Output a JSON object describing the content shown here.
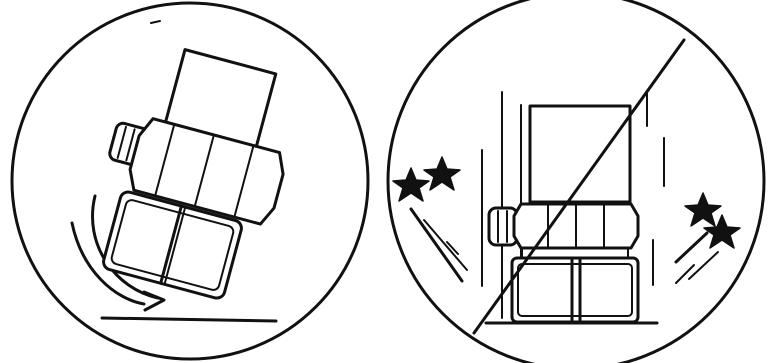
{
  "illustration": {
    "panels": [
      {
        "id": "left",
        "subject": "tilted-sensor-on-hex-nut-rolling"
      },
      {
        "id": "right",
        "subject": "upright-sensor-on-hex-nut-crossed-out"
      }
    ],
    "icons": [
      "curved-arrow-icon",
      "star-icon",
      "strike-through-line"
    ],
    "colors": {
      "ink": "#111111",
      "background": "#ffffff"
    }
  }
}
